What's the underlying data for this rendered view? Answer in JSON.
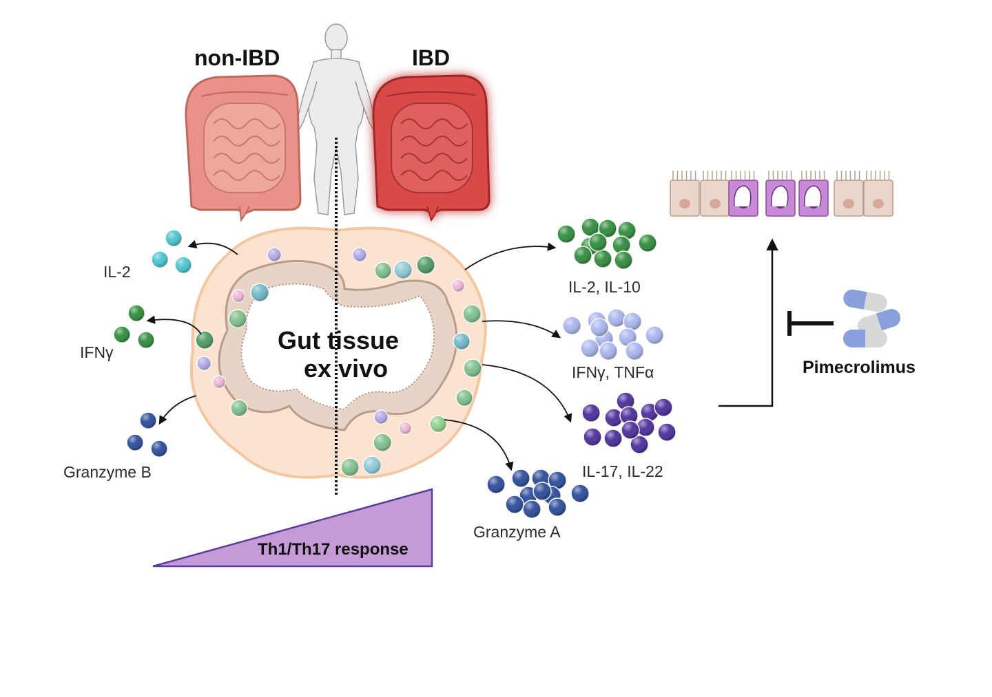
{
  "labels": {
    "non_ibd": "non-IBD",
    "ibd": "IBD",
    "gut_tissue_line1": "Gut tissue",
    "gut_tissue_line2": "ex vivo",
    "response": "Th1/Th17 response",
    "drug": "Pimecrolimus"
  },
  "left_cytokines": [
    {
      "id": "il2",
      "label": "IL-2"
    },
    {
      "id": "ifng",
      "label": "IFNγ"
    },
    {
      "id": "gzmb",
      "label": "Granzyme B"
    }
  ],
  "right_cytokines": [
    {
      "id": "il2-il10",
      "label": "IL-2, IL-10"
    },
    {
      "id": "ifng-tnfa",
      "label": "IFNγ, TNFα"
    },
    {
      "id": "il17-il22",
      "label": "IL-17, IL-22"
    },
    {
      "id": "gzma",
      "label": "Granzyme A"
    }
  ],
  "colors": {
    "healthy_colon": "#e8928a",
    "inflamed_colon": "#d94a4a",
    "teal": "#48c4cc",
    "green": "#2e8b3a",
    "light_blue": "#a9b6ee",
    "purple": "#4a2c9a",
    "navy": "#2a4a9a",
    "gradient_fill": "#c49bd6",
    "gradient_stroke": "#5a3c9a",
    "pill_blue": "#8aa0dc"
  }
}
